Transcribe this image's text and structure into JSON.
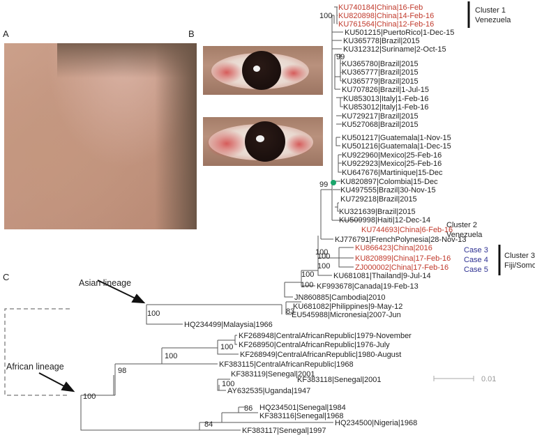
{
  "panels": {
    "a": "A",
    "b": "B",
    "c": "C"
  },
  "tree": {
    "leaves": [
      {
        "text": "KU740184|China|16-Feb",
        "color": "red"
      },
      {
        "text": "KU820898|China|14-Feb-16",
        "color": "red"
      },
      {
        "text": "KU761564|China|12-Feb-16",
        "color": "red"
      },
      {
        "text": "KU501215|PuertoRico|1-Dec-15",
        "color": "black"
      },
      {
        "text": "KU365778|Brazil|2015",
        "color": "black"
      },
      {
        "text": "KU312312|Suriname|2-Oct-15",
        "color": "black"
      },
      {
        "text": "KU365780|Brazil|2015",
        "color": "black"
      },
      {
        "text": "KU365777|Brazil|2015",
        "color": "black"
      },
      {
        "text": "KU365779|Brazil|2015",
        "color": "black"
      },
      {
        "text": "KU707826|Brazil|1-Jul-15",
        "color": "black"
      },
      {
        "text": "KU853013|Italy|1-Feb-16",
        "color": "black"
      },
      {
        "text": "KU853012|Italy|1-Feb-16",
        "color": "black"
      },
      {
        "text": "KU729217|Brazil|2015",
        "color": "black"
      },
      {
        "text": "KU527068|Brazil|2015",
        "color": "black"
      },
      {
        "text": "KU501217|Guatemala|1-Nov-15",
        "color": "black"
      },
      {
        "text": "KU501216|Guatemala|1-Dec-15",
        "color": "black"
      },
      {
        "text": "KU922960|Mexico|25-Feb-16",
        "color": "black"
      },
      {
        "text": "KU922923|Mexico|25-Feb-16",
        "color": "black"
      },
      {
        "text": "KU647676|Martinique|15-Dec",
        "color": "black"
      },
      {
        "text": "KU820897|Colombia|15-Dec",
        "color": "black"
      },
      {
        "text": "KU497555|Brazil|30-Nov-15",
        "color": "black"
      },
      {
        "text": "KU729218|Brazil|2015",
        "color": "black"
      },
      {
        "text": "KU321639|Brazil|2015",
        "color": "black"
      },
      {
        "text": "KU509998|Haiti|12-Dec-14",
        "color": "black"
      },
      {
        "text": "KU744693|China|6-Feb-16",
        "color": "red"
      },
      {
        "text": "KJ776791|FrenchPolynesia|28-Nov-13",
        "color": "black"
      },
      {
        "text": "KU866423|China|2016",
        "color": "red"
      },
      {
        "text": "KU820899|China|17-Feb-16",
        "color": "red"
      },
      {
        "text": "ZJ000002|China|17-Feb-16",
        "color": "red"
      },
      {
        "text": "KU681081|Thailand|9-Jul-14",
        "color": "black"
      },
      {
        "text": "KF993678|Canada|19-Feb-13",
        "color": "black"
      },
      {
        "text": "JN860885|Cambodia|2010",
        "color": "black"
      },
      {
        "text": "KU681082|Philippines|9-May-12",
        "color": "black"
      },
      {
        "text": "EU545988|Micronesia|2007-Jun",
        "color": "black"
      },
      {
        "text": "HQ234499|Malaysia|1966",
        "color": "black"
      },
      {
        "text": "KF268948|CentralAfricanRepublic|1979-November",
        "color": "black"
      },
      {
        "text": "KF268950|CentralAfricanRepublic|1976-July",
        "color": "black"
      },
      {
        "text": "KF268949|CentralAfricanRepublic|1980-August",
        "color": "black"
      },
      {
        "text": "KF383115|CentralAfricanRepublic|1968",
        "color": "black"
      },
      {
        "text": "KF383119|Senegal|2001",
        "color": "black"
      },
      {
        "text": "KF383118|Senegal|2001",
        "color": "black"
      },
      {
        "text": "AY632535|Uganda|1947",
        "color": "black"
      },
      {
        "text": "HQ234501|Senegal|1984",
        "color": "black"
      },
      {
        "text": "KF383116|Senegal|1968",
        "color": "black"
      },
      {
        "text": "HQ234500|Nigeria|1968",
        "color": "black"
      },
      {
        "text": "KF383117|Senegal|1997",
        "color": "black"
      }
    ],
    "bootstrap": [
      "100",
      "99",
      "99",
      "100",
      "100",
      "100",
      "100",
      "100",
      "83",
      "100",
      "100",
      "100",
      "98",
      "100",
      "100",
      "86",
      "84"
    ],
    "cases": [
      "Case 3",
      "Case 4",
      "Case 5"
    ],
    "cluster1": {
      "line1": "Cluster 1",
      "line2": "Venezuela"
    },
    "cluster2": {
      "line1": "Cluster 2",
      "line2": "Venezuela"
    },
    "cluster3": {
      "line1": "Cluster 3",
      "line2": "Fiji/Somoa"
    },
    "asian_lineage": "Asian lineage",
    "african_lineage": "African lineage",
    "scale": "0.01",
    "colors": {
      "red": "#c0392b",
      "blue": "#2e3192",
      "node": "#1aa56b",
      "line": "#555555"
    }
  }
}
